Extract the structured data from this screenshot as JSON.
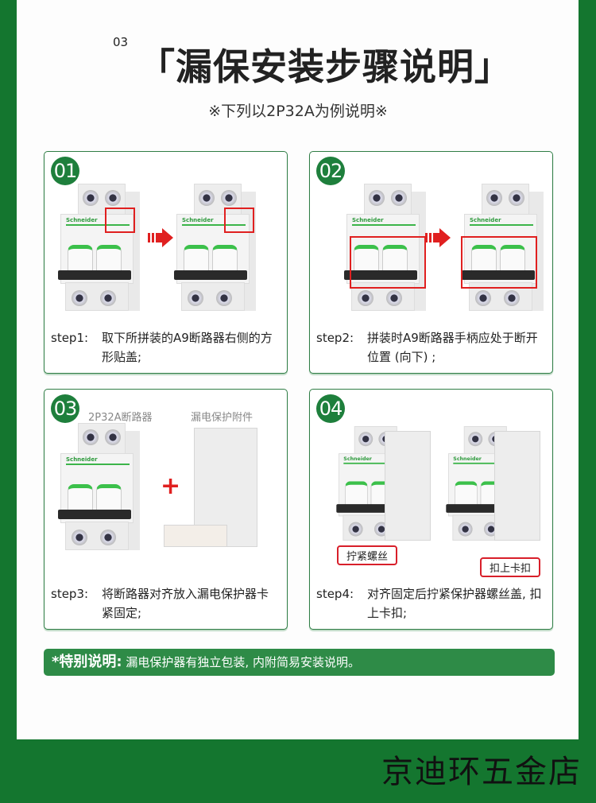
{
  "header": {
    "section_number": "03",
    "title": "「漏保安装步骤说明」",
    "subtitle": "※下列以2P32A为例说明※"
  },
  "steps": [
    {
      "badge": "01",
      "label": "step1:",
      "text": "取下所拼装的A9断路器右侧的方形贴盖;"
    },
    {
      "badge": "02",
      "label": "step2:",
      "text": "拼装时A9断路器手柄应处于断开位置 (向下) ;"
    },
    {
      "badge": "03",
      "label": "step3:",
      "text": "将断路器对齐放入漏电保护器卡紧固定;",
      "sublabels": [
        "2P32A断路器",
        "漏电保护附件"
      ]
    },
    {
      "badge": "04",
      "label": "step4:",
      "text": "对齐固定后拧紧保护器螺丝盖, 扣上卡扣;",
      "callouts": [
        "拧紧螺丝",
        "扣上卡扣"
      ]
    }
  ],
  "product": {
    "brand": "Schneider"
  },
  "notice": {
    "label": "*特别说明:",
    "text": "漏电保护器有独立包装, 内附简易安装说明。"
  },
  "footer": {
    "store_name": "京迪环五金店"
  },
  "colors": {
    "brand_green": "#14762f",
    "accent_green": "#2e8b47",
    "highlight_red": "#e02020"
  }
}
